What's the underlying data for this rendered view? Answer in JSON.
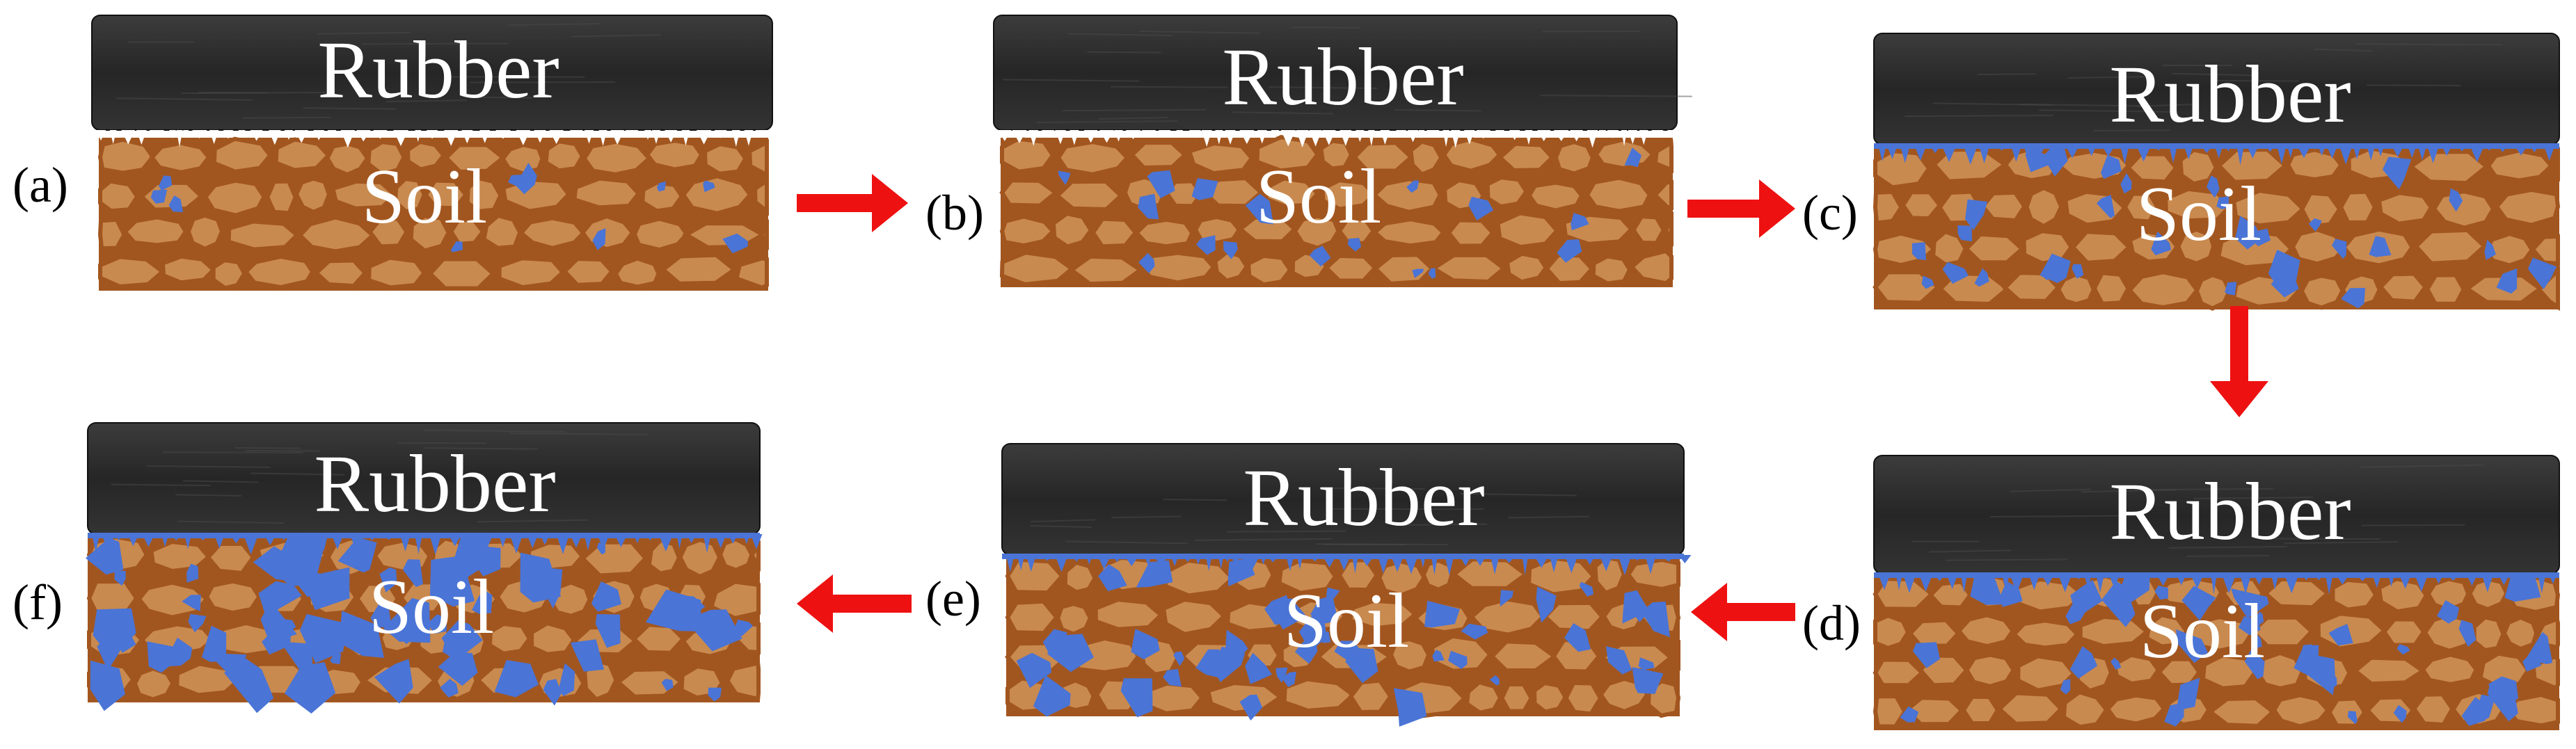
{
  "colors": {
    "rubber": "#2b2b2b",
    "rubber_highlight": "#4a4a4a",
    "soil_grain": "#c98a4f",
    "soil_outline": "#a2561f",
    "water": "#4a74d6",
    "arrow": "#ee1111",
    "air_gap": "#ffffff"
  },
  "panels": [
    {
      "tag": "(a)",
      "rubber_label": "Rubber",
      "soil_label": "Soil",
      "water_level": 0.05,
      "interface_water": false
    },
    {
      "tag": "(b)",
      "rubber_label": "Rubber",
      "soil_label": "Soil",
      "water_level": 0.15,
      "interface_water": false
    },
    {
      "tag": "(c)",
      "rubber_label": "Rubber",
      "soil_label": "Soil",
      "water_level": 0.35,
      "interface_water": true
    },
    {
      "tag": "(d)",
      "rubber_label": "Rubber",
      "soil_label": "Soil",
      "water_level": 0.45,
      "interface_water": true
    },
    {
      "tag": "(e)",
      "rubber_label": "Rubber",
      "soil_label": "Soil",
      "water_level": 0.55,
      "interface_water": true
    },
    {
      "tag": "(f)",
      "rubber_label": "Rubber",
      "soil_label": "Soil",
      "water_level": 0.8,
      "interface_water": true
    }
  ],
  "flow_arrows": [
    {
      "from": "(a)",
      "to": "(b)",
      "direction": "right"
    },
    {
      "from": "(b)",
      "to": "(c)",
      "direction": "right"
    },
    {
      "from": "(c)",
      "to": "(d)",
      "direction": "down"
    },
    {
      "from": "(d)",
      "to": "(e)",
      "direction": "left"
    },
    {
      "from": "(e)",
      "to": "(f)",
      "direction": "left"
    }
  ]
}
